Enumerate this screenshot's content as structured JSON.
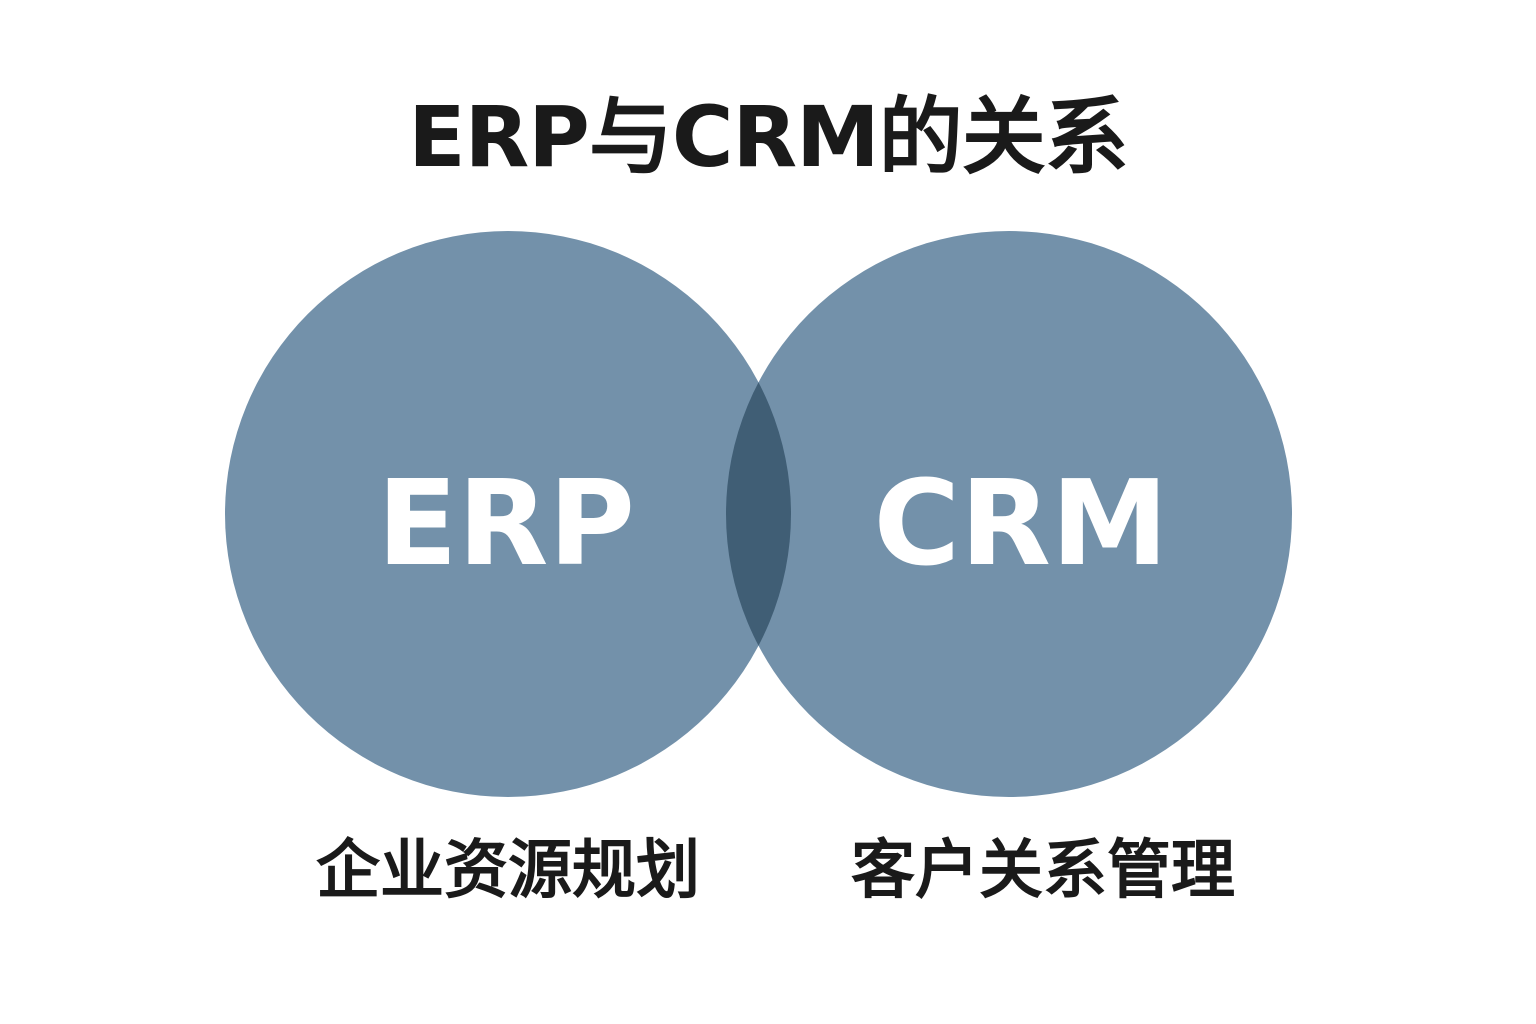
{
  "title": "ERP与CRM的关系",
  "colors": {
    "circle": "#7391aa",
    "overlap": "#405e75",
    "label": "#ffffff",
    "text": "#1a1a1a"
  },
  "sets": [
    {
      "label": "ERP",
      "caption": "企业资源规划"
    },
    {
      "label": "CRM",
      "caption": "客户关系管理"
    }
  ]
}
